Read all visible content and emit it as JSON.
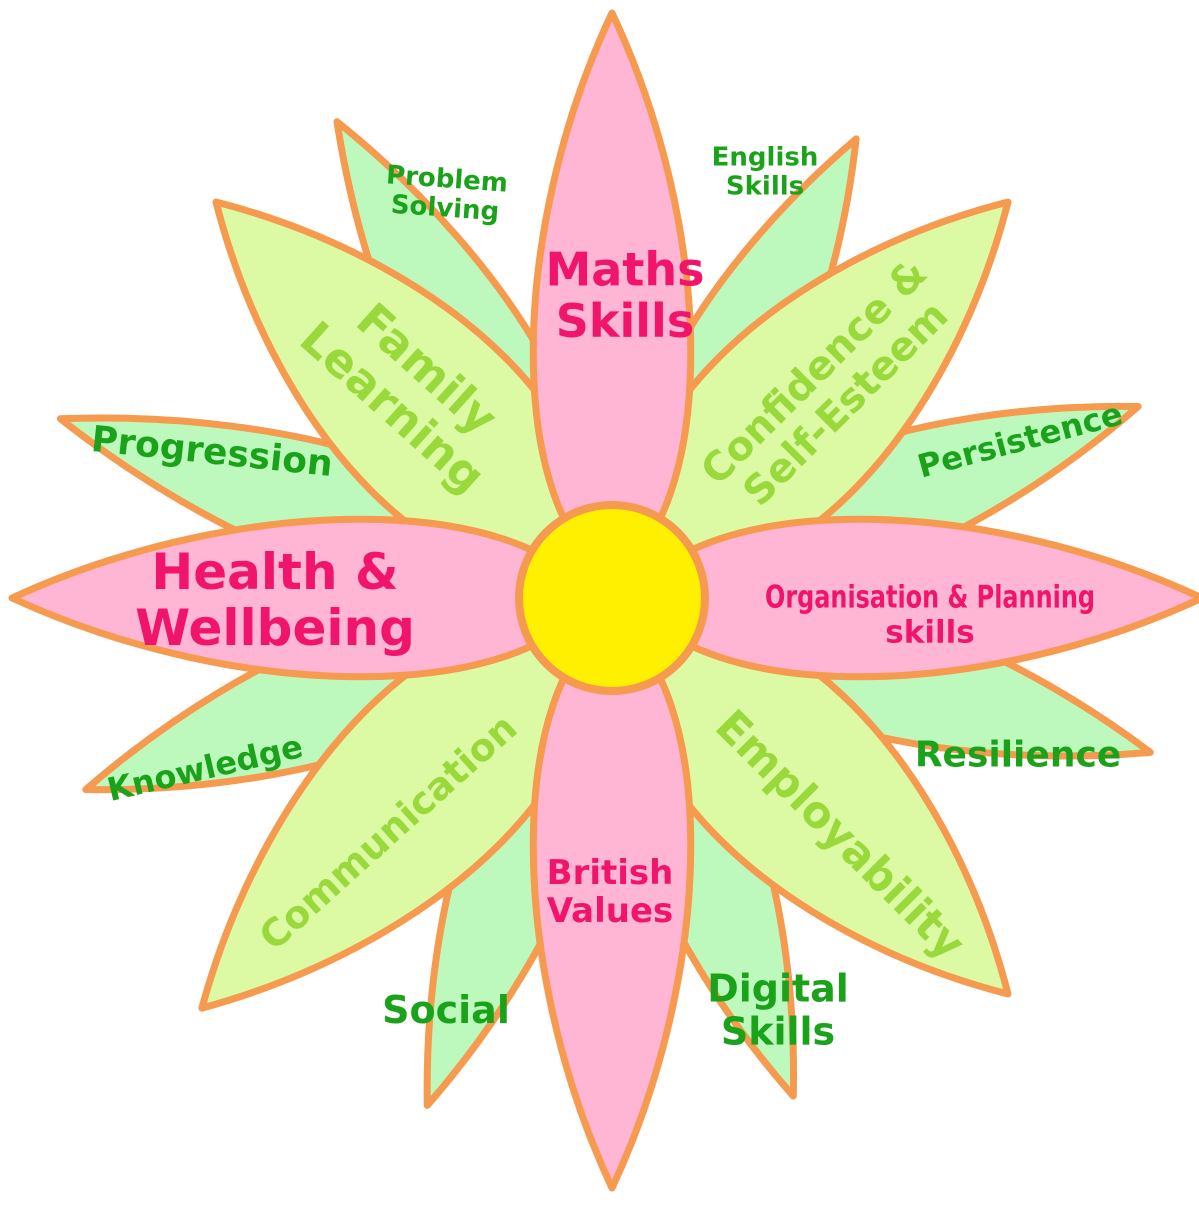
{
  "colors": {
    "outline": "#f59a4e",
    "back_petal": "#bdf9bd",
    "mid_petal": "#dcfaa4",
    "front_petal": "#ffb6d5",
    "center": "#fff000",
    "green_text": "#1aa31a",
    "lime_text": "#9ad93c",
    "pink_text": "#f0146b"
  },
  "petals": {
    "back": [
      {
        "lines": [
          "English",
          "Skills"
        ]
      },
      {
        "lines": [
          "Persistence"
        ]
      },
      {
        "lines": [
          "Resilience"
        ]
      },
      {
        "lines": [
          "Digital",
          "Skills"
        ]
      },
      {
        "lines": [
          "Social"
        ]
      },
      {
        "lines": [
          "Knowledge"
        ]
      },
      {
        "lines": [
          "Progression"
        ]
      },
      {
        "lines": [
          "Problem",
          "Solving"
        ]
      }
    ],
    "mid": [
      {
        "lines": [
          "Confidence &",
          "Self-Esteem"
        ]
      },
      {
        "lines": [
          "Employability"
        ]
      },
      {
        "lines": [
          "Communication"
        ]
      },
      {
        "lines": [
          "Family",
          "Learning"
        ]
      }
    ],
    "front": [
      {
        "lines": [
          "Maths",
          "Skills"
        ]
      },
      {
        "lines": [
          "Organisation & Planning",
          "skills"
        ]
      },
      {
        "lines": [
          "British",
          "Values"
        ]
      },
      {
        "lines": [
          "Health &",
          "Wellbeing"
        ]
      }
    ]
  }
}
